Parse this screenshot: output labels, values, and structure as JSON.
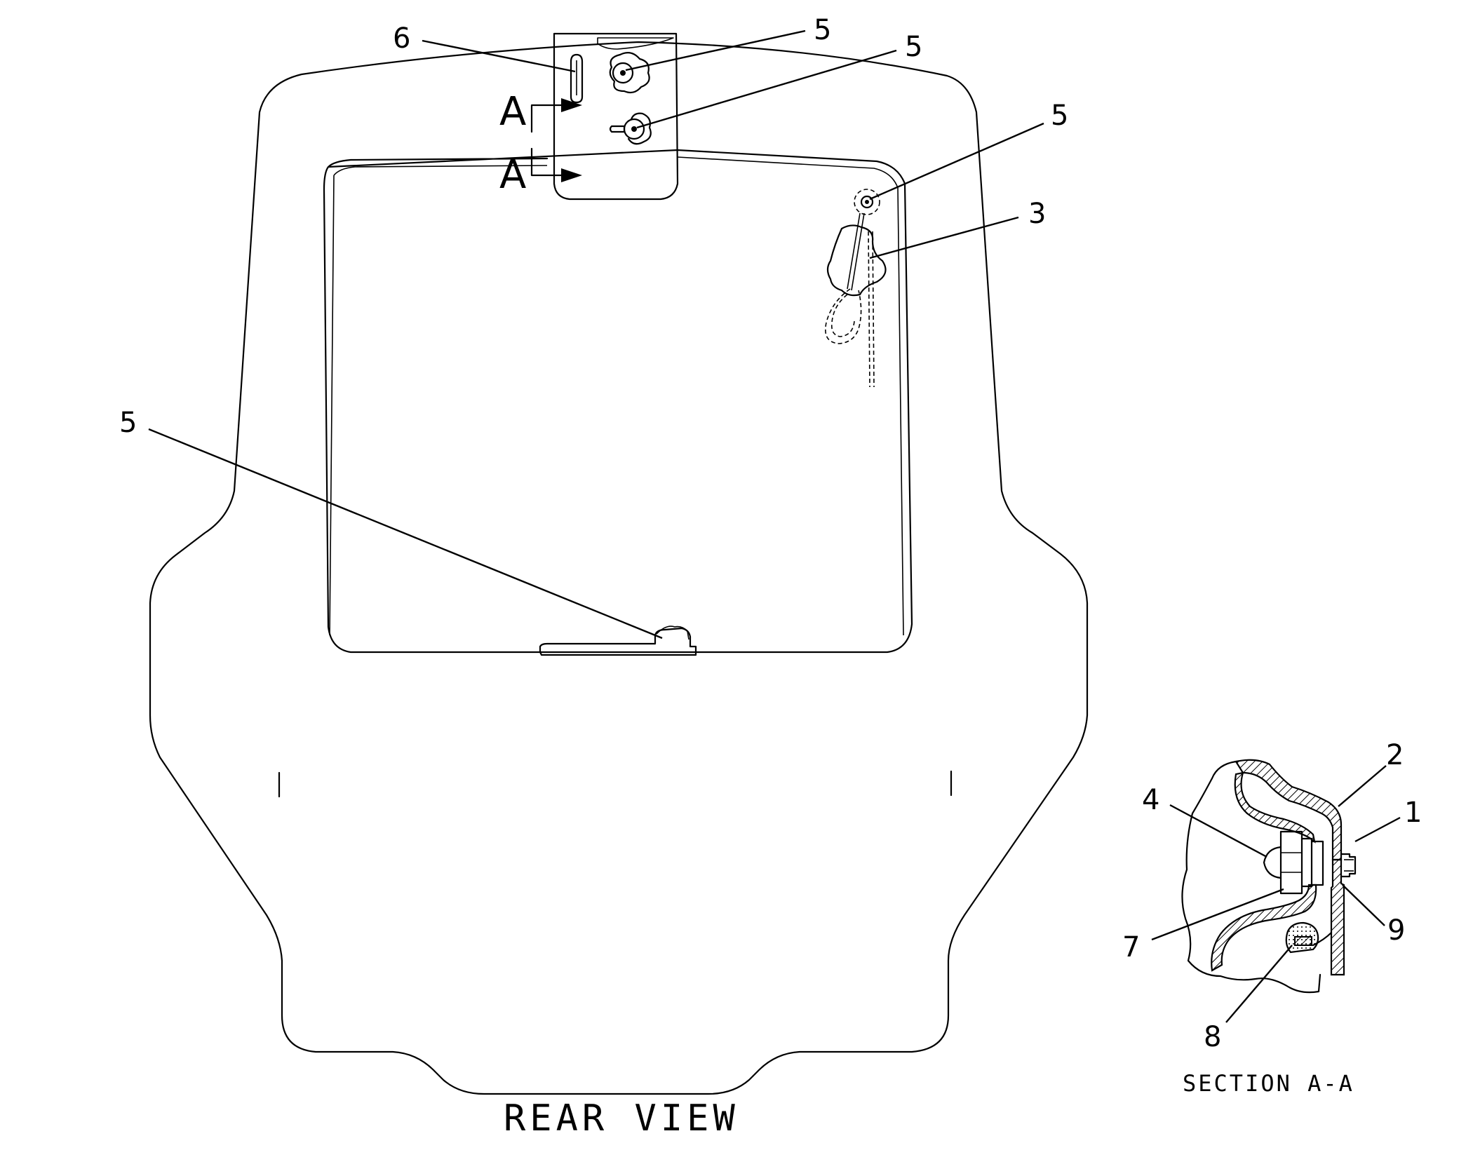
{
  "diagram": {
    "main_view_caption": "REAR VIEW",
    "section_caption": "SECTION A-A",
    "section_marker": "A",
    "callouts": {
      "c6": "6",
      "c5a": "5",
      "c5b": "5",
      "c5c": "5",
      "c3": "3",
      "c5d": "5",
      "c2": "2",
      "c1": "1",
      "c4": "4",
      "c7": "7",
      "c9": "9",
      "c8": "8"
    }
  }
}
